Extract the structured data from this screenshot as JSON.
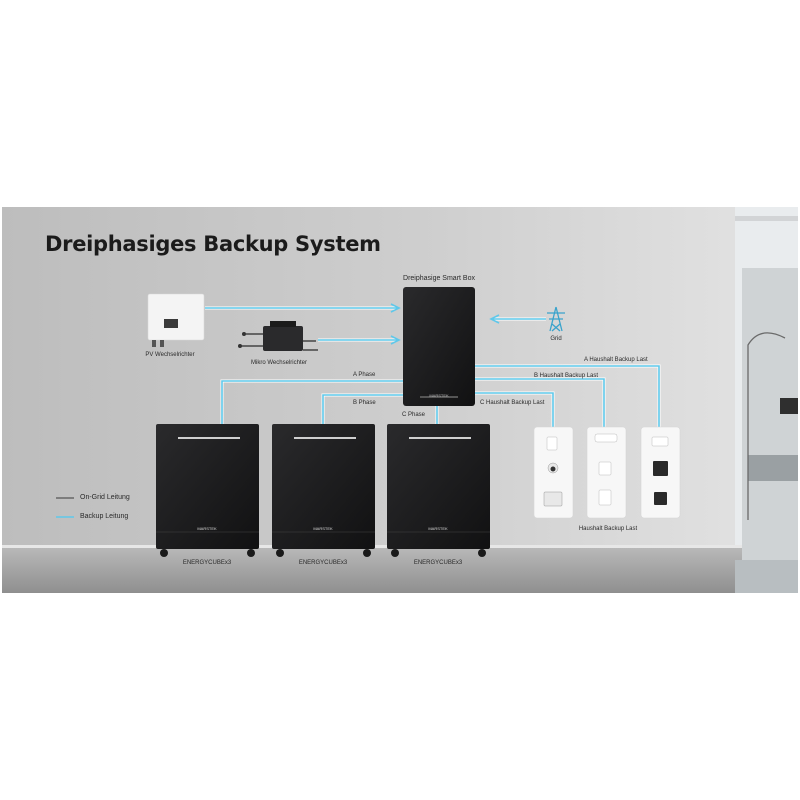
{
  "title": "Dreiphasiges Backup System",
  "labels": {
    "smart_box": "Dreiphasige Smart Box",
    "grid": "Grid",
    "pv_inverter": "PV Wechselrichter",
    "micro_inverter": "Mikro Wechselrichter",
    "a_phase": "A Phase",
    "b_phase": "B Phase",
    "c_phase": "C Phase",
    "a_load": "A Haushalt Backup Last",
    "b_load": "B Haushalt Backup Last",
    "c_load": "C Haushalt Backup Last",
    "household_load": "Haushalt Backup Last",
    "battery": "ENERGYCUBEx3",
    "brand": "MARSTEK"
  },
  "legend": {
    "on_grid": "On-Grid Leitung",
    "backup": "Backup Leitung"
  },
  "colors": {
    "backup_line": "#5fc8ea",
    "on_grid_line": "#555555",
    "wall": "#c3c3c3",
    "floor": "#9e9e9e",
    "device": "#1e1e1f"
  },
  "icons": [
    "pv-inverter-icon",
    "micro-inverter-icon",
    "grid-tower-icon",
    "smart-box-icon",
    "battery-icon",
    "appliance-icon"
  ]
}
